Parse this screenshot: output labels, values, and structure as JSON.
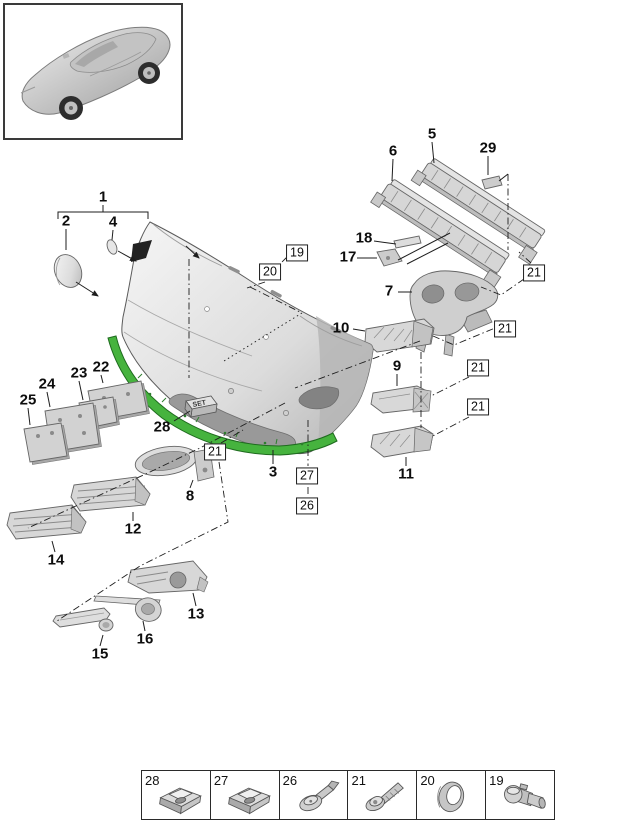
{
  "page": {
    "background": "#ffffff",
    "highlight_color": "#46b33e",
    "line_color": "#1a1a1a",
    "part_fill": "#d9d9d9"
  },
  "diagram": {
    "set_marking": "SET",
    "plain_callouts": [
      "1",
      "2",
      "4",
      "5",
      "6",
      "29",
      "18",
      "17",
      "7",
      "10",
      "9",
      "11",
      "22",
      "23",
      "24",
      "25",
      "28",
      "8",
      "12",
      "14",
      "3",
      "13",
      "16",
      "15"
    ],
    "boxed_callouts": [
      "19",
      "20",
      "21",
      "21",
      "21",
      "21",
      "21",
      "27",
      "26"
    ]
  },
  "legend": {
    "items": [
      {
        "number": "28",
        "icon": "clip-nut-icon"
      },
      {
        "number": "27",
        "icon": "clip-nut-icon"
      },
      {
        "number": "26",
        "icon": "expanding-rivet-icon"
      },
      {
        "number": "21",
        "icon": "screw-icon"
      },
      {
        "number": "20",
        "icon": "sealing-ring-icon"
      },
      {
        "number": "19",
        "icon": "pdc-sensor-icon"
      }
    ]
  }
}
